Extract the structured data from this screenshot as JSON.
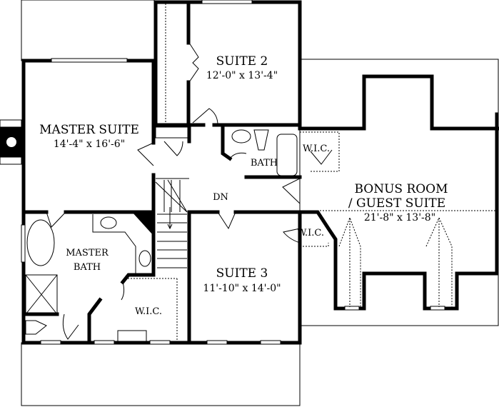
{
  "rooms": {
    "master_suite": {
      "name": "MASTER SUITE",
      "size": "14'-4\" x 16'-6\""
    },
    "suite2": {
      "name": "SUITE 2",
      "size": "12'-0\" x 13'-4\""
    },
    "bath": {
      "name": "BATH"
    },
    "wic_bath": {
      "name": "W.I.C."
    },
    "wic_hall": {
      "name": "W.I.C."
    },
    "wic_master": {
      "name": "W.I.C."
    },
    "bonus": {
      "name_line1": "BONUS ROOM",
      "name_line2": "/ GUEST SUITE",
      "size": "21'-8\" x 13'-8\""
    },
    "master_bath": {
      "name_line1": "MASTER",
      "name_line2": "BATH"
    },
    "suite3": {
      "name": "SUITE 3",
      "size": "11'-10\" x 14'-0\""
    },
    "stairs": {
      "label": "DN"
    }
  }
}
